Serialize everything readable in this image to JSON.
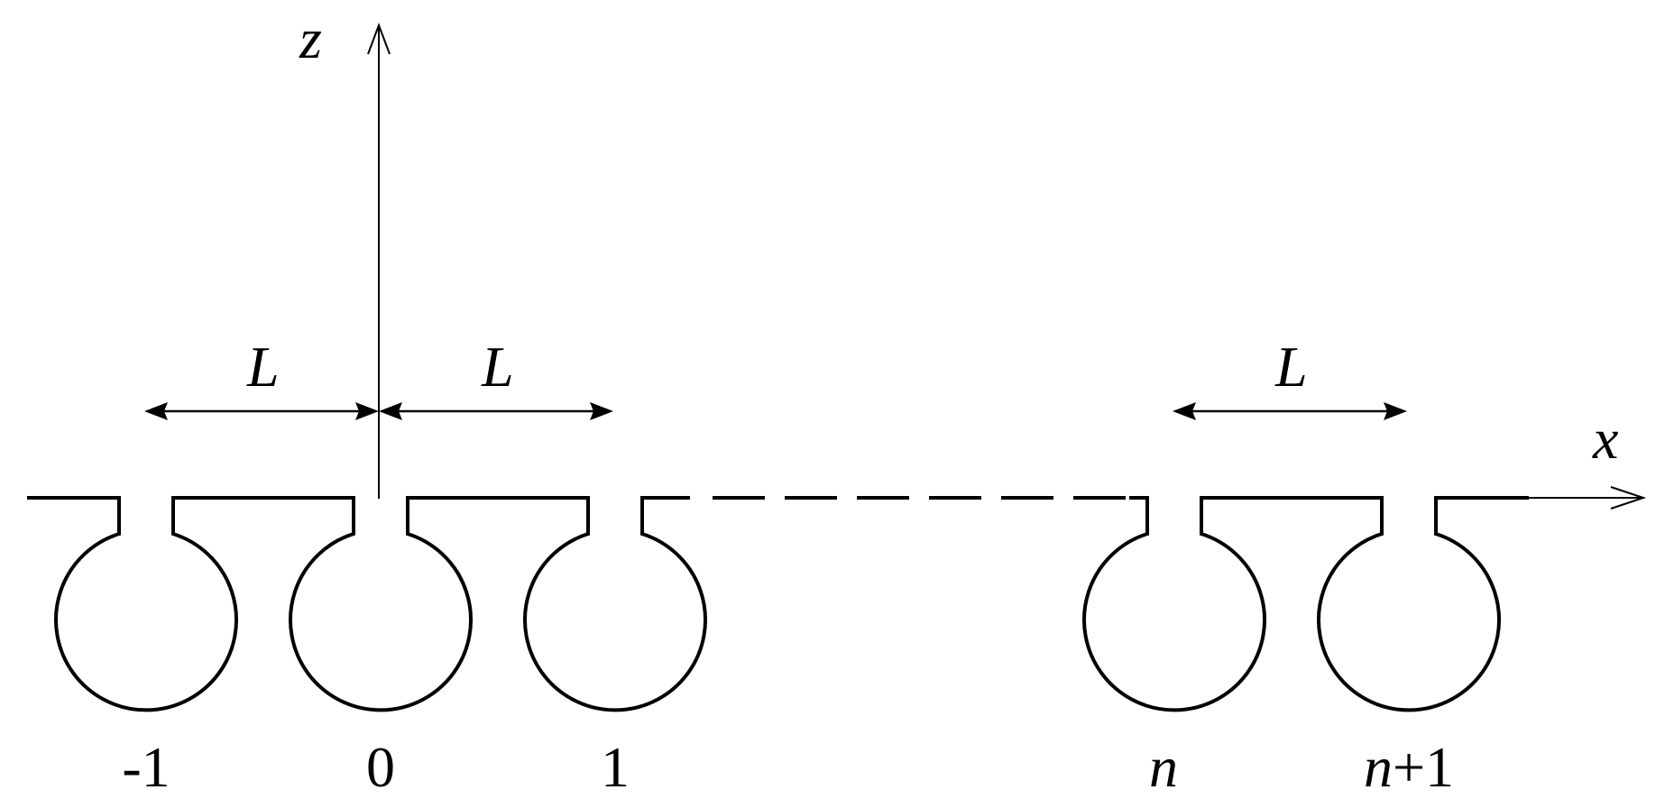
{
  "diagram": {
    "axes": {
      "vertical_label": "z",
      "horizontal_label": "x"
    },
    "spacing": {
      "label": "L"
    },
    "resonators": [
      {
        "label": "-1",
        "italic": false
      },
      {
        "label": "0",
        "italic": false
      },
      {
        "label": "1",
        "italic": false
      },
      {
        "label": "n",
        "italic": true
      },
      {
        "label": "n+1",
        "italic": true,
        "italic_part": "n",
        "plain_part": "+1"
      }
    ],
    "colors": {
      "line": "#000000",
      "background": "#ffffff"
    }
  }
}
